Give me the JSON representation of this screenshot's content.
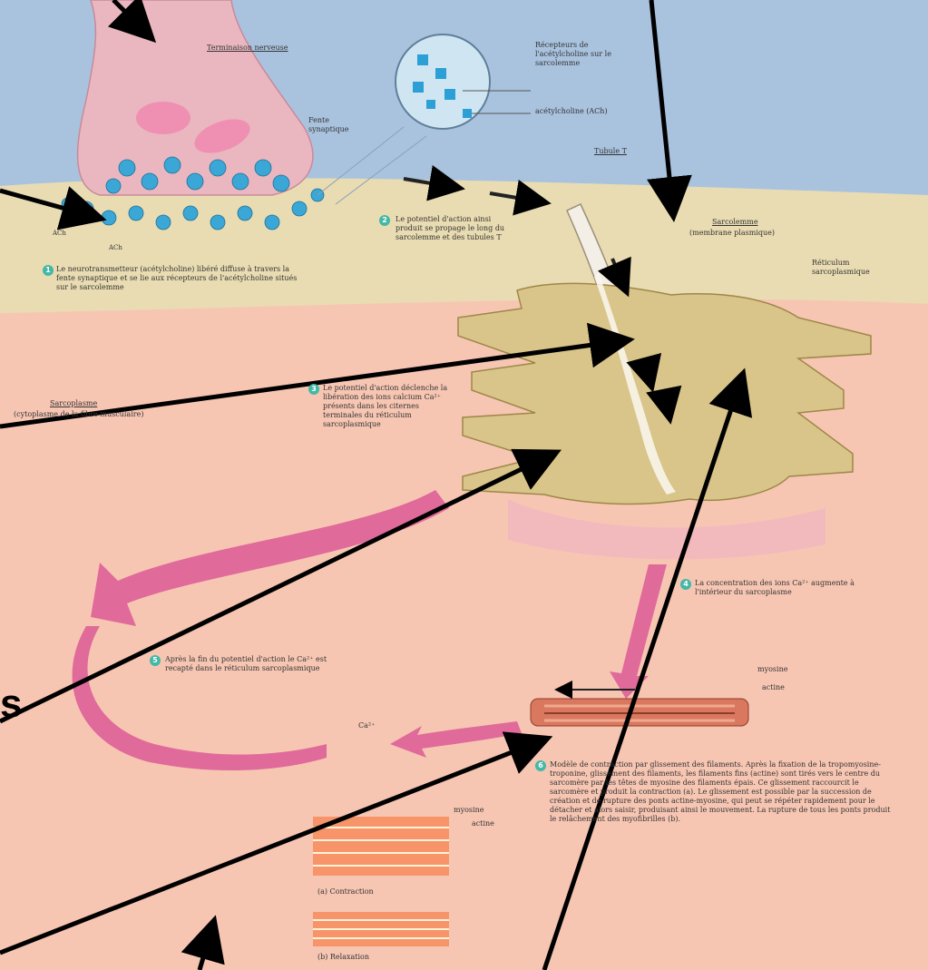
{
  "labels": {
    "presynaptic_neuron": "Terminaison nerveuse",
    "synaptic_cleft": "Fente synaptique",
    "zoom_receptors": "Récepteurs de l'acétylcholine sur le sarcolemme",
    "zoom_ach": "acétylcholine (ACh)",
    "t_tubule": "Tubule T",
    "sarcolemma": "Sarcolemme",
    "sarcolemma_sub": "(membrane plasmique)",
    "sr": "Réticulum sarcoplasmique",
    "sarcoplasm": "Sarcoplasme",
    "sarcoplasm_sub": "(cytoplasme de la fibre musculaire)",
    "myosin": "myosine",
    "actin": "actine",
    "myosin2": "myosine",
    "actin2": "actine",
    "contraction": "(a) Contraction",
    "relaxation": "(b) Relaxation",
    "ach_small": "ACh",
    "ach_small2": "ACh",
    "ca": "Ca²⁺",
    "cut_letter": "s"
  },
  "steps": [
    {
      "n": "1",
      "text": "Le neurotransmetteur (acétylcholine) libéré diffuse à travers la fente synaptique et se lie aux récepteurs de l'acétylcholine situés sur le sarcolemme"
    },
    {
      "n": "2",
      "text": "Le potentiel d'action ainsi produit se propage le long du sarcolemme et des tubules T"
    },
    {
      "n": "3",
      "text": "Le potentiel d'action déclenche la libération des ions calcium Ca²⁺ présents dans les citernes terminales du réticulum sarcoplasmique"
    },
    {
      "n": "4",
      "text": "La concentration des ions Ca²⁺ augmente à l'intérieur du sarcoplasme"
    },
    {
      "n": "5",
      "text": "Après la fin du potentiel d'action le Ca²⁺ est recapté dans le réticulum sarcoplasmique"
    },
    {
      "n": "6",
      "text": "Modèle de contraction par glissement des filaments. Après la fixation de la tropomyosine-troponine, glissement des filaments, les filaments fins (actine) sont tirés vers le centre du sarcomère par les têtes de myosine des filaments épais. Ce glissement raccourcit le sarcomère et produit la contraction (a). Le glissement est possible par la succession de création et de rupture des ponts actine-myosine, qui peut se répéter rapidement pour le détacher et alors saisir, produisant ainsi le mouvement. La rupture de tous les ponts produit le relâchement des myofibrilles (b)."
    }
  ],
  "colors": {
    "background_fluid": "#a9c3df",
    "sarcolemma_band": "#e9dcb2",
    "sarcoplasm": "#f7c6b3",
    "neuron": "#eab7c0",
    "sr": "#d9c58a",
    "ca_arrow": "#e06a9a",
    "vesicle": "#3aa7d6",
    "badge": "#44b8a6"
  }
}
